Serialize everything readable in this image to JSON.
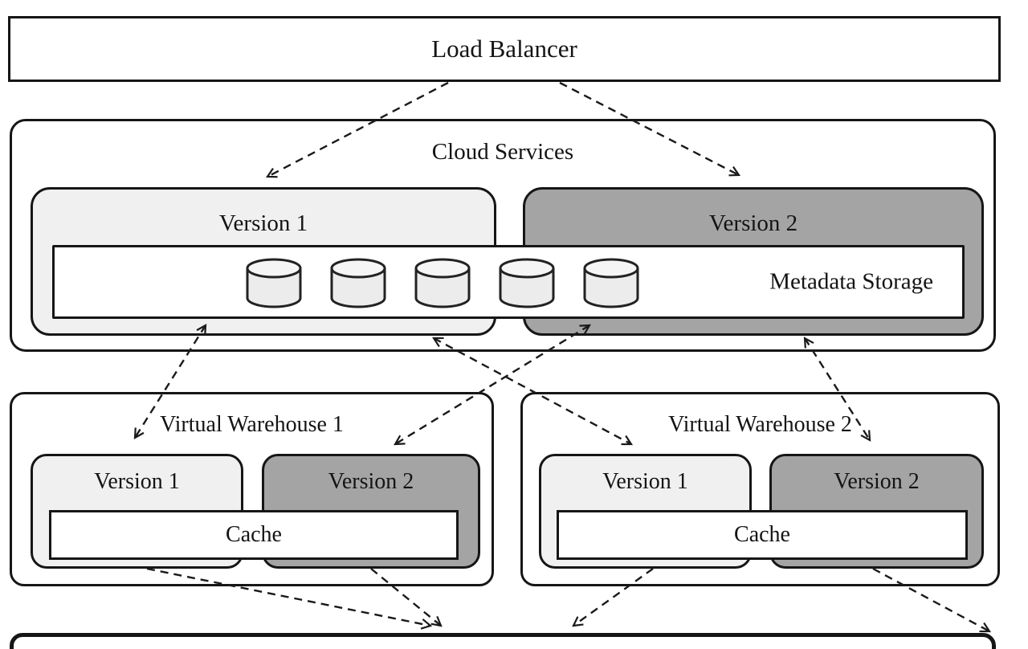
{
  "colors": {
    "background": "#ffffff",
    "box_border": "#161616",
    "box_fill": "#ffffff",
    "version1_fill": "#f0f0f0",
    "version2_fill": "#a4a4a4",
    "arrow": "#1a1a1a"
  },
  "load_balancer": {
    "label": "Load Balancer"
  },
  "cloud_services": {
    "label": "Cloud Services",
    "versions": [
      {
        "label": "Version 1"
      },
      {
        "label": "Version 2"
      }
    ],
    "metadata_storage": {
      "label": "Metadata Storage",
      "cylinder_count": 5
    }
  },
  "warehouses": [
    {
      "label": "Virtual Warehouse 1",
      "versions": [
        {
          "label": "Version 1"
        },
        {
          "label": "Version 2"
        }
      ],
      "cache": {
        "label": "Cache"
      }
    },
    {
      "label": "Virtual Warehouse 2",
      "versions": [
        {
          "label": "Version 1"
        },
        {
          "label": "Version 2"
        }
      ],
      "cache": {
        "label": "Cache"
      }
    }
  ]
}
